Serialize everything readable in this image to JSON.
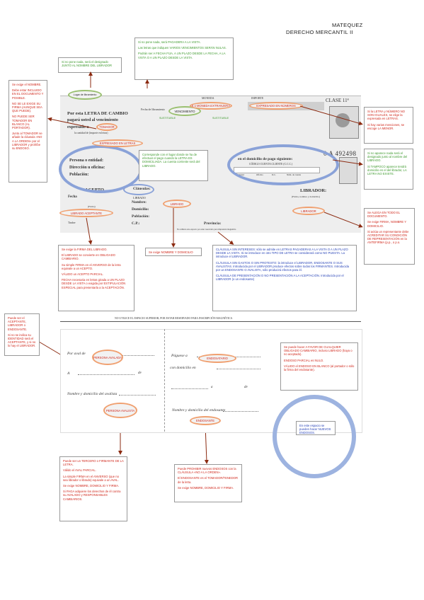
{
  "header": {
    "line1": "MATEQUEZ",
    "line2": "DERECHO MERCANTIL II"
  },
  "notes": {
    "top_left_green": "Si no pone nada, será el designado JUNTO AL NOMBRE DEL LIBRADOR",
    "top_mid_green": [
      "Si no pone nada, será PAGADERA A LA VISTA.",
      "Las letras que indiquen VARIOS VENCIMIENTOS SERÁN NULAS.",
      "Podrán ser A FECHA FIJA, A UN PLAZO DESDE LA FECHA, A LA VISTA O A UN PLAZO DESDE LA VISTA."
    ],
    "left_red": [
      "Se exige el NOMBRE.",
      "Debe estar INCLUIDO EN EL DOCUMENTO Y POSIBLE.",
      "NO SE LE EXIGE SU FIRMA (AUNQUE SEA QUE PUEDE).",
      "NO PUEDE SER TOMADOR EN BLANCO (AL PORTADOR).",
      "Junto al TOMADOR se añade la cláusula «NO A LA ORDEN» por el LIBRADOR y prohíbe su ENDOSO."
    ],
    "right_red": [
      "Si la LETRA y NÚMERO NO SON IGUALES, se elige la expresada en LETRAS.",
      "Si hay varias menciones, se escoge LA MENOR."
    ],
    "right_green": [
      "Si no aparece nada será el designado junto al nombre del LIBRADO.",
      "Si TAMPOCO aparece tendrá domicilio en el del librador, LA LETRA NO EXISTE."
    ],
    "domicilio_green": "Corresponde con el lugar donde se ha de efectuar el pago cuando la LETRA ES DOMICILIADA. La cuenta corriente será del LIBRADO.",
    "right_red2": [
      "Se ALEGA EN TODO EL DOCUMENTO.",
      "Se exige FIRMA, NOMBRE Y DOMICILIO.",
      "Si actúa un representante debe ACREDITAR SU CONDICIÓN DE REPRESENTACIÓN en la ANTEFIRMA (p.p., o p.o."
    ],
    "aceptado_red": [
      "Se exige la FIRMA DEL LIBRADO.",
      "El LIBRADO se convierte en OBLIGADO CAMBIARIO.",
      "Su simple FIRMA en el ANVERSO de la letra equivale a un ACEPTO.",
      "VÁLIDO un ACEPTO PARCIAL.",
      "FECHA necesaria en letras girada a UN PLAZO DESDE LA VISTA o exigida por ESTIPULACIÓN ESPECIAL para presentarla a la ACEPTACIÓN."
    ],
    "librado_red": "Se exige NOMBRE Y DOMICILIO",
    "clausulas_blue": [
      "CLÁUSULA SIN INTERESES: sólo se admite en LETRAS PAGADERAS A LA VISTA O A UN PLAZO DESDE LA VISTA. Si se introduce en otro TIPO DE LETRA se considerará como NO PUESTA. La introduce el LIBRADOR.",
      "CLÁUSULA SIN GASTOS O SIN PROTESTO: la introduce el LIBRADOR, ENDOSANTE O SUS AVALISTAS. Introducida por el LIBRADOR produce efectos sobre todos los FIRMANTES. Introducida por un ENDOSANTE O AVALISTA, sólo producirá efectos para él.",
      "CLÁUSULA DE PRESENTACIÓN O NO PRESENTACIÓN A LA ACEPTACIÓN. Introducida por el LIBRADOR (o un endosante)"
    ],
    "left_red_mid": [
      "Puede ser el ACEPTANTE, LIBRADOR o ENDOSANTE.",
      "Si no se indica su IDENTIDAD será el ACEPTANTE, y si no lo hay el LIBRADOR."
    ],
    "right_red_mid": [
      "Se puede hacer A FAVOR DE CUALQUIER OBLIGADO CAMBIARIO, incluso LIBRADO (haya o no aceptado).",
      "ENDOSO PARCIAL es NULO.",
      "VÁLIDO el ENDOSO EN BLANCO (al portador o sólo la firma del endosante)."
    ],
    "circle_text": "En este espacio se pueden hacer NUEVOS ENDOSOS.",
    "avalista_red": [
      "Puede ser un TERCERO o FIRMANTE DE LA LETRA.",
      "Válido el AVAL PARCIAL.",
      "La simple FIRMA en el ANVERSO (que no sea librador o librado) equivale a un AVAL.",
      "Se exige NOMBRE, DOMICILIO Y FIRMA.",
      "Si PAGA adquiere los derechos de él contra su AVALADO y RESPONSABLES CAMBIARIOS."
    ],
    "endosante_red": [
      "Puede PROHIBIR nuevos ENDOSOS con la CLÁUSULA «NO A LA ORDEN».",
      "El ENDOSANTE es el TOMADOR/TENEDOR de la letra.",
      "Se exige NOMBRE, DOMICILIO Y FIRMA."
    ]
  },
  "pills": {
    "lugar": "LUGAR",
    "tomador": "TOMADOR",
    "vencimiento": "VENCIMIENTO",
    "moneda": "€ o MONEDA EXTRANJERA",
    "expresado": "EXPRESADO EN NÚMEROS",
    "expresado_letras": "EXPRESADO EN LETRAS",
    "librado_aceptante": "LIBRADO ACEPTANTE",
    "librado": "LIBRADO",
    "librador": "LIBRADOR",
    "persona_avalada": "PERSONA AVALADA",
    "endosatario": "ENDOSATARIO",
    "persona_avalista": "PERSONA AVALISTA",
    "endosante": "ENDOSANTE"
  },
  "form": {
    "lugar_libramiento": "Lugar de libramiento",
    "fecha_libramiento": "Fecha de libramiento",
    "vencimiento": "Vencimiento",
    "moneda": "MONEDA",
    "importe": "IMPORTE",
    "clase": "CLASE 11ª",
    "por_esta": "Por esta LETRA DE CAMBIO",
    "pagara": "pagará usted al vencimiento",
    "expresado": "expresado a",
    "la_cantidad": "la cantidad de (importe en letras)",
    "persona_entidad": "Persona o entidad:",
    "direccion": "Dirección u oficina:",
    "poblacion": "Población:",
    "domicilio_pago": "en el domicilio de pago siguiente:",
    "ccc": "CÓDIGO CUENTA CLIENTE (C.C.C.)",
    "entidad": "Entidad",
    "oficina": "Oficina",
    "dc": "D.C.",
    "num_cuenta": "Núm. de cuenta",
    "serie": "0 A 492498",
    "acepto": "ACEPTO",
    "fecha": "Fecha",
    "firma": "(Firma)",
    "librado": "LIBRADO",
    "nombre": "Nombre:",
    "domicilio": "Domicilio:",
    "poblacion2": "Población:",
    "cp": "C.P.:",
    "provincia": "Provincia:",
    "clausulas": "Cláusulas:",
    "librador": "LIBRADOR:",
    "firma_nombre": "(Firma, nombre y domicilio)",
    "timbre": "Timbre",
    "footer_text": "No utilizar este espacio por estar reservado para impresión magnética",
    "sustituible1": "SUSTITUIBLE",
    "sustituible2": "SUSTITUIBLE",
    "no_utilice": "NO UTILICE EL ESPACIO SUPERIOR, POR ESTAR RESERVADO PARA INSCRIPCIÓN MAGNÉTICA",
    "por_aval": "Por aval de",
    "a": "A",
    "de": "de",
    "nombre_avalista": "Nombre y domicilio del avalista",
    "paguese": "Páguese a",
    "con_domicilio": "con domicilio en",
    "nombre_endosante": "Nombre y domicilio del endosante",
    "a2": "a",
    "de2": "de"
  }
}
